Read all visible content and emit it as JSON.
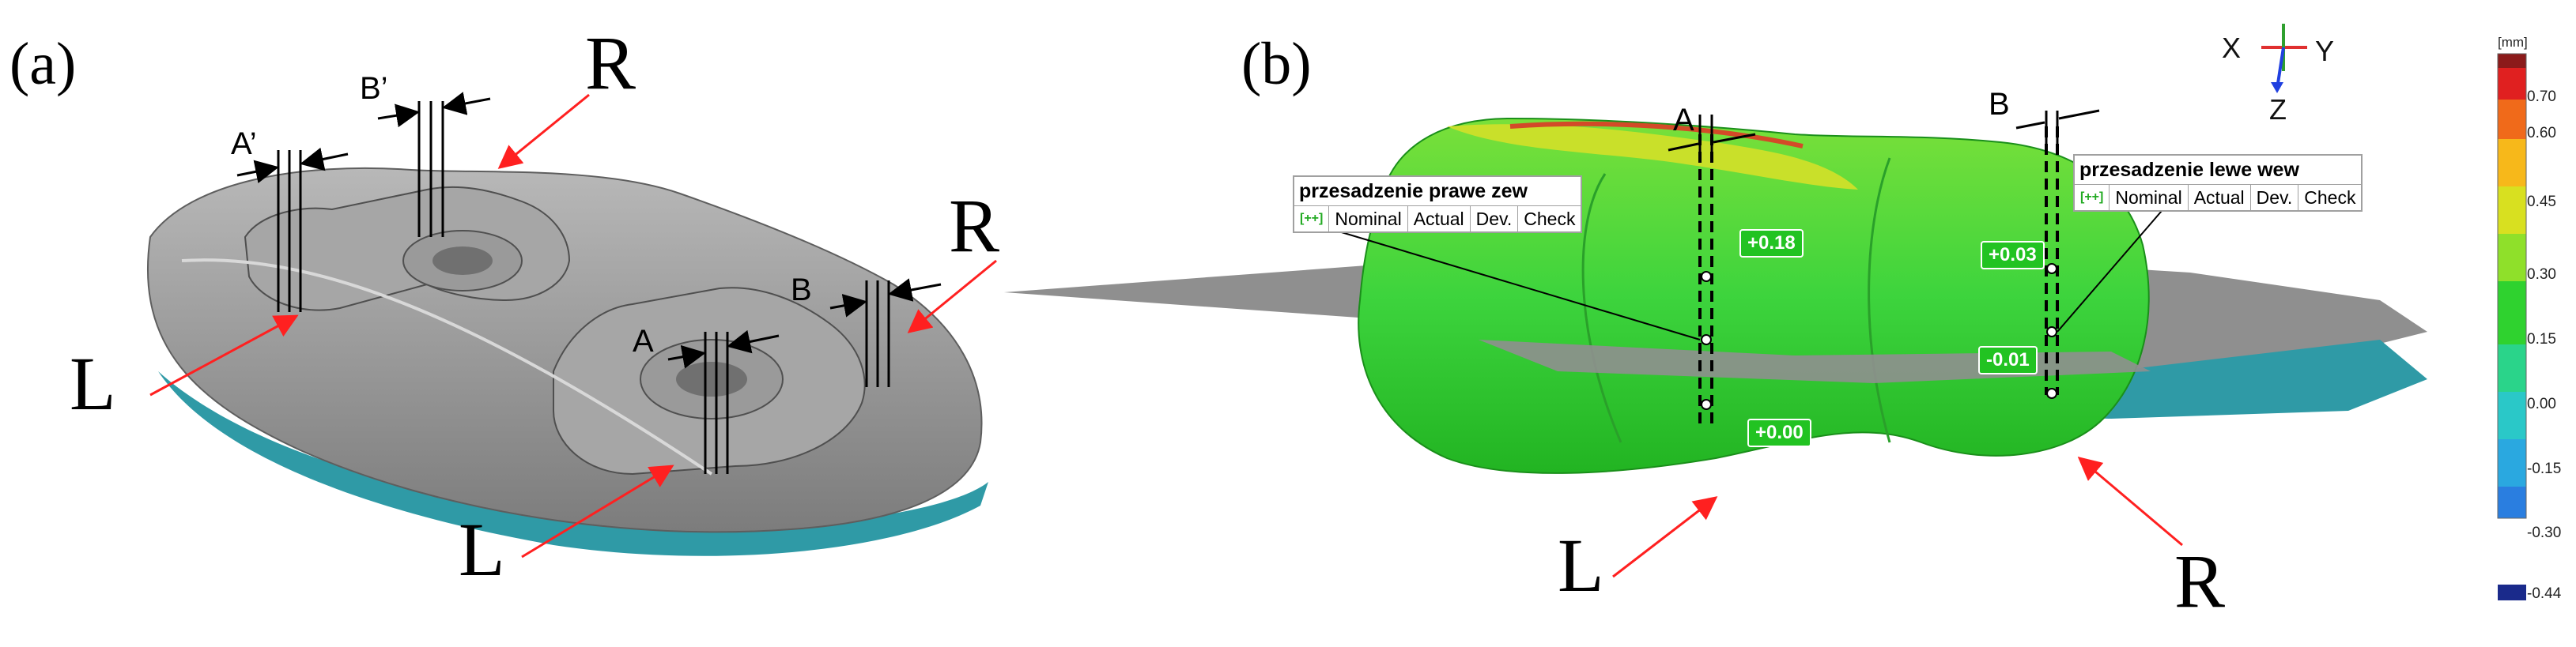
{
  "panel_a": {
    "label": "(a)",
    "letters": {
      "R_top": "R",
      "R_right": "R",
      "L_left": "L",
      "L_bottom": "L"
    },
    "dims": {
      "a_prime": "A’",
      "b_prime": "B’",
      "a": "A",
      "b": "B"
    }
  },
  "panel_b": {
    "label": "(b)",
    "letters": {
      "L": "L",
      "R": "R"
    },
    "dims": {
      "a": "A",
      "b": "B"
    },
    "axes": {
      "x": "X",
      "y": "Y",
      "z": "Z"
    },
    "table_left": {
      "title": "przesadzenie prawe zew",
      "icon": "[++]",
      "cols": [
        "Nominal",
        "Actual",
        "Dev.",
        "Check"
      ]
    },
    "table_right": {
      "title": "przesadzenie lewe  wew",
      "icon": "[++]",
      "cols": [
        "Nominal",
        "Actual",
        "Dev.",
        "Check"
      ]
    },
    "values": [
      "+0.18",
      "+0.00",
      "+0.03",
      "-0.01"
    ],
    "colors": {
      "surface_green": "#3dd43d",
      "surface_yellow": "#c9e02a",
      "gray": "#8f8f8f",
      "teal": "#2f9aa6"
    }
  },
  "scale": {
    "unit": "[mm]",
    "ticks": [
      "0.70",
      "0.60",
      "0.45",
      "0.30",
      "0.15",
      "0.00",
      "-0.15",
      "-0.30",
      "-0.44"
    ]
  }
}
